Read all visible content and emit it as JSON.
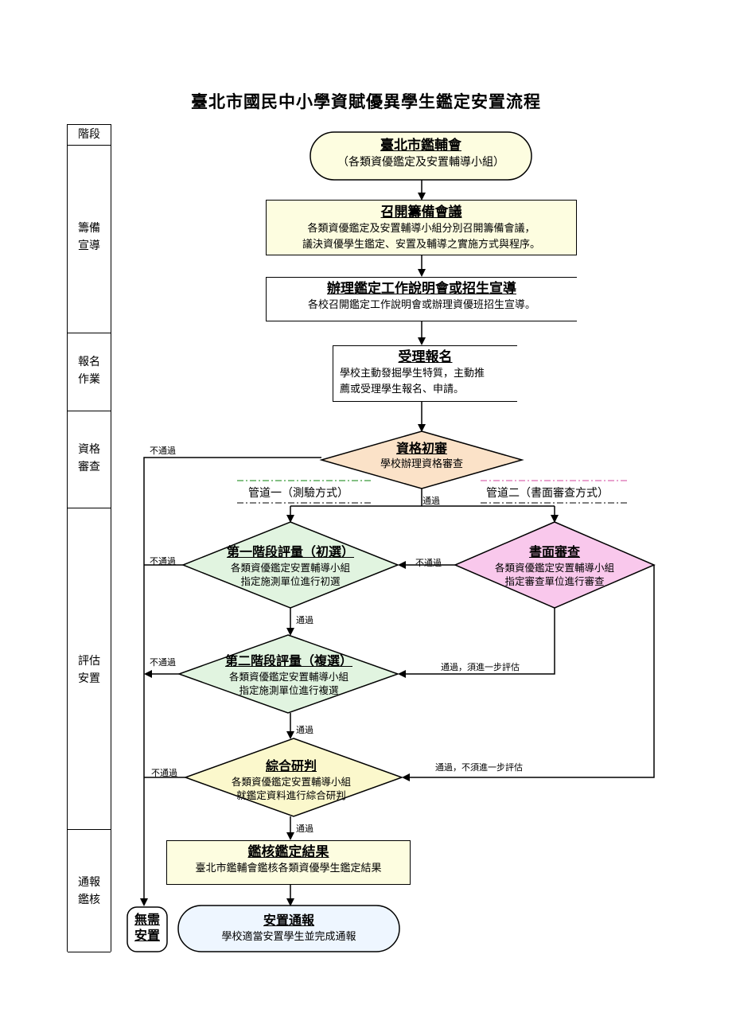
{
  "title": "臺北市國民中小學資賦優異學生鑑定安置流程",
  "stage_header": "階段",
  "stages": [
    {
      "line1": "籌備",
      "line2": "宣導"
    },
    {
      "line1": "報名",
      "line2": "作業"
    },
    {
      "line1": "資格",
      "line2": "審查"
    },
    {
      "line1": "評估",
      "line2": "安置"
    },
    {
      "line1": "通報",
      "line2": "鑑核"
    }
  ],
  "nodes": {
    "start": {
      "title": "臺北市鑑輔會",
      "body": "（各類資優鑑定及安置輔導小組）"
    },
    "prep": {
      "title": "召開籌備會議",
      "body1": "各類資優鑑定及安置輔導小組分別召開籌備會議，",
      "body2": "議決資優學生鑑定、安置及輔導之實施方式與程序。"
    },
    "briefing": {
      "title": "辦理鑑定工作說明會或招生宣導",
      "body": "各校召開鑑定工作說明會或辦理資優班招生宣導。"
    },
    "register": {
      "title": "受理報名",
      "body1": "學校主動發掘學生特質，主動推",
      "body2": "薦或受理學生報名、申請。"
    },
    "qualify": {
      "title": "資格初審",
      "body": "學校辦理資格審查"
    },
    "stage1": {
      "title": "第一階段評量（初選）",
      "body1": "各類資優鑑定安置輔導小組",
      "body2": "指定施測單位進行初選"
    },
    "paper": {
      "title": "書面審查",
      "body1": "各類資優鑑定安置輔導小組",
      "body2": "指定審查單位進行審查"
    },
    "stage2": {
      "title": "第二階段評量（複選）",
      "body1": "各類資優鑑定安置輔導小組",
      "body2": "指定施測單位進行複選"
    },
    "judge": {
      "title": "綜合研判",
      "body1": "各類資優鑑定安置輔導小組",
      "body2": "就鑑定資料進行綜合研判"
    },
    "result": {
      "title": "鑑核鑑定結果",
      "body": "臺北市鑑輔會鑑核各類資優學生鑑定結果"
    },
    "notify": {
      "title": "安置通報",
      "body": "學校適當安置學生並完成通報"
    },
    "no_place": {
      "line1": "無需",
      "line2": "安置"
    }
  },
  "channels": {
    "one": "管道一（測驗方式）",
    "two": "管道二（書面審查方式）"
  },
  "edge_labels": {
    "fail": "不通過",
    "pass": "通過",
    "pass_more": "通過，須進一步評估",
    "pass_no_more": "通過，不須進一步評估"
  },
  "colors": {
    "start_fill": "#fdfde0",
    "box_fill": "#fdfde0",
    "qualify_fill": "#fbe2c8",
    "test_fill": "#e1f4e0",
    "paper_fill": "#f9c8ec",
    "judge_fill": "#fbf8cc",
    "notify_fill": "#eef6ff",
    "channel_one": "#3a9a3a",
    "channel_two": "#d96ab0"
  }
}
